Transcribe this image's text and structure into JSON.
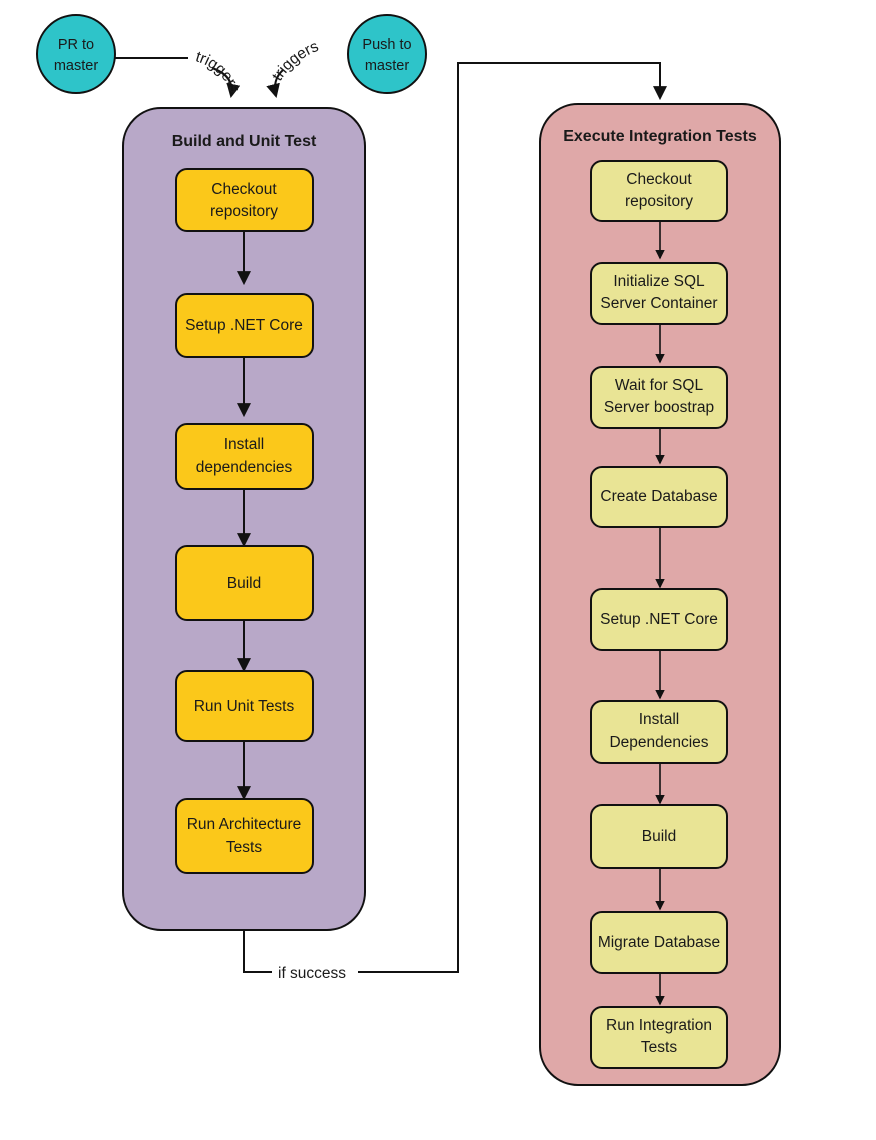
{
  "diagram": {
    "title": "CI/CD pipeline flowchart",
    "background": "#ffffff"
  },
  "colors": {
    "trigger_fill": "#2EC4C9",
    "trigger_stroke": "#111111",
    "build_group_fill": "#B8A8C8",
    "build_node_fill": "#FBC81A",
    "integration_group_fill": "#DFA8A8",
    "integration_node_fill": "#E9E495",
    "node_stroke": "#111111",
    "edge_stroke": "#111111",
    "text": "#1a1a1a"
  },
  "triggers": [
    {
      "id": "pr-to-master",
      "line1": "PR to",
      "line2": "master",
      "edge_label": "triggers"
    },
    {
      "id": "push-to-master",
      "line1": "Push to",
      "line2": "master",
      "edge_label": "triggers"
    }
  ],
  "groups": [
    {
      "id": "build-and-unit-test",
      "title": "Build and Unit Test",
      "nodes": [
        {
          "id": "checkout-repository",
          "line1": "Checkout",
          "line2": "repository"
        },
        {
          "id": "setup-dotnet-core",
          "line1": "Setup .NET Core",
          "line2": ""
        },
        {
          "id": "install-dependencies",
          "line1": "Install",
          "line2": "dependencies"
        },
        {
          "id": "build",
          "line1": "Build",
          "line2": ""
        },
        {
          "id": "run-unit-tests",
          "line1": "Run Unit Tests",
          "line2": ""
        },
        {
          "id": "run-architecture-tests",
          "line1": "Run Architecture",
          "line2": "Tests"
        }
      ]
    },
    {
      "id": "execute-integration-tests",
      "title": "Execute Integration Tests",
      "nodes": [
        {
          "id": "checkout-repository-2",
          "line1": "Checkout",
          "line2": "repository"
        },
        {
          "id": "initialize-sql-server-container",
          "line1": "Initialize SQL",
          "line2": "Server Container"
        },
        {
          "id": "wait-for-sql-server-boostrap",
          "line1": "Wait for SQL",
          "line2": "Server boostrap"
        },
        {
          "id": "create-database",
          "line1": "Create Database",
          "line2": ""
        },
        {
          "id": "setup-dotnet-core-2",
          "line1": "Setup .NET Core",
          "line2": ""
        },
        {
          "id": "install-dependencies-2",
          "line1": "Install",
          "line2": "Dependencies"
        },
        {
          "id": "build-2",
          "line1": "Build",
          "line2": ""
        },
        {
          "id": "migrate-database",
          "line1": "Migrate Database",
          "line2": ""
        },
        {
          "id": "run-integration-tests",
          "line1": "Run Integration",
          "line2": "Tests"
        }
      ]
    }
  ],
  "connectors": [
    {
      "id": "if-success",
      "label": "if success",
      "from": "build-and-unit-test",
      "to": "execute-integration-tests"
    }
  ]
}
